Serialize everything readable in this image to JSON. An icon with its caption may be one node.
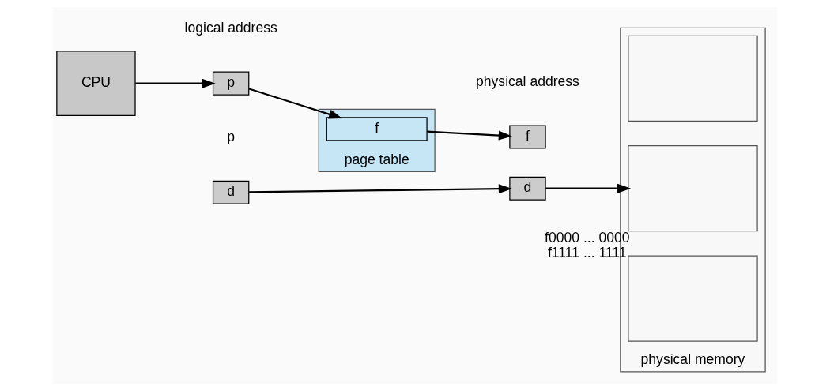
{
  "diagram": {
    "nodes": [
      {
        "text": [
          "CPU"
        ]
      },
      {
        "text": [
          "p"
        ]
      },
      {
        "text": [
          "d"
        ]
      },
      {
        "text": [
          "f"
        ]
      },
      {
        "text": [
          "d"
        ]
      },
      {
        "text": [
          "page table"
        ]
      },
      {
        "text": [
          "f"
        ],
        "in": 5
      },
      {
        "text": [
          "physical memory"
        ]
      },
      {
        "text": [],
        "shape": "box",
        "in": 7
      },
      {
        "text": [],
        "shape": "box",
        "in": 7,
        "beside": [
          "f0000 ... 0000",
          "f1111 ... 1111"
        ]
      },
      {
        "text": [],
        "shape": "box",
        "in": 7
      }
    ],
    "edges": [
      {
        "from": 0,
        "to": 1,
        "arrow": "to"
      },
      {
        "from": 2,
        "to": 4,
        "arrow": "to"
      },
      {
        "from": 1,
        "to": 6,
        "arrow": "to"
      },
      {
        "from": 6,
        "to": 3,
        "arrow": "to"
      },
      {
        "from": 4,
        "to": 9,
        "arrow": "to"
      }
    ],
    "labels": [
      "logical address",
      "physical address",
      "p"
    ]
  }
}
